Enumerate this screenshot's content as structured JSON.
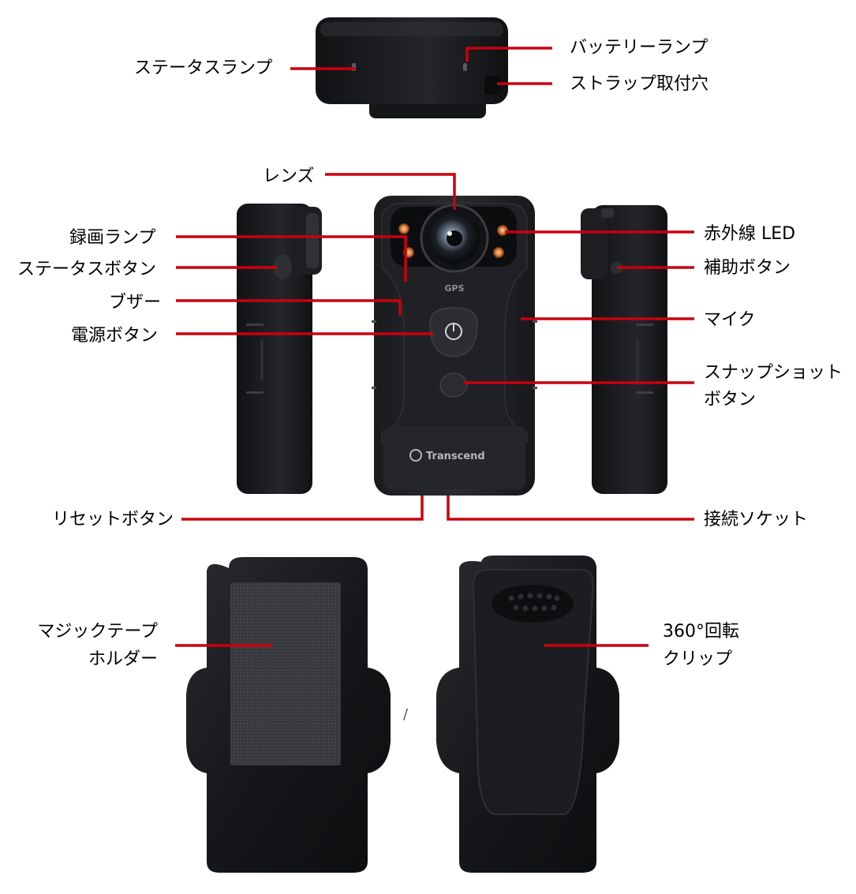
{
  "labels": {
    "status_lamp": "ステータスランプ",
    "battery_lamp": "バッテリーランプ",
    "strap_hole": "ストラップ取付穴",
    "lens": "レンズ",
    "record_lamp": "録画ランプ",
    "status_button": "ステータスボタン",
    "buzzer": "ブザー",
    "power_button": "電源ボタン",
    "infrared_led": "赤外線 LED",
    "aux_button": "補助ボタン",
    "mic": "マイク",
    "snapshot_button_line1": "スナップショット",
    "snapshot_button_line2": "ボタン",
    "reset_button": "リセットボタン",
    "connection_socket": "接続ソケット",
    "velcro_holder_line1": "マジックテープ",
    "velcro_holder_line2": "ホルダー",
    "rotating_clip_line1": "360°回転",
    "rotating_clip_line2": "クリップ"
  },
  "device": {
    "gps_text": "GPS",
    "brand_text": "Transcend"
  },
  "separator": "/",
  "colors": {
    "leader_line": "#c8000f",
    "body": "#1b1c1f",
    "body_edge": "#2b2d31",
    "holder": "#151618",
    "led_orange": "#d9772f"
  }
}
